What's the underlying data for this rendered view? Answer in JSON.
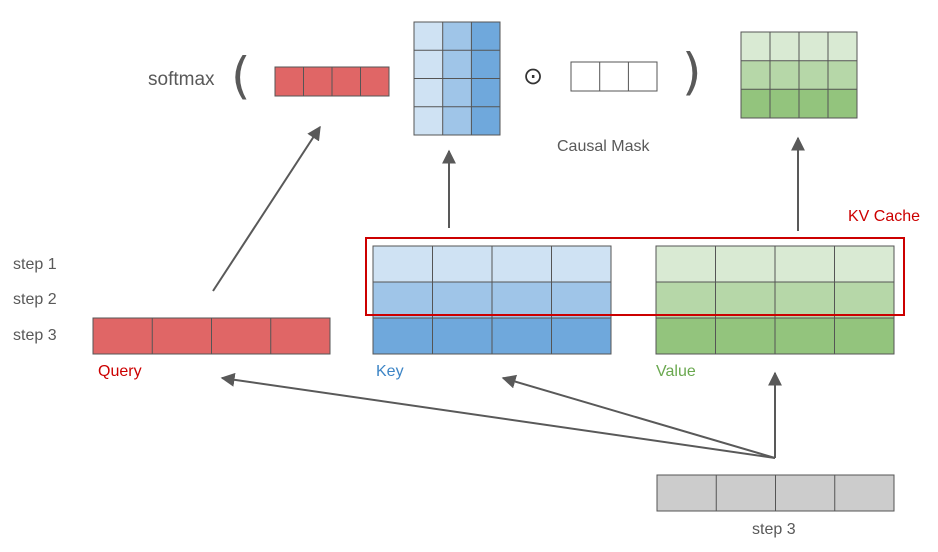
{
  "labels": {
    "softmax": "softmax",
    "paren_open": "(",
    "paren_close": ")",
    "odot": "⊙",
    "causal_mask": "Causal Mask",
    "kv_cache": "KV Cache",
    "step1": "step 1",
    "step2": "step 2",
    "step3": "step 3",
    "query": "Query",
    "key": "Key",
    "value": "Value",
    "input_step": "step 3"
  },
  "colors": {
    "query": "#e06666",
    "key_light": "#cfe2f3",
    "key_mid": "#9fc5e8",
    "key_dark": "#6fa8dc",
    "value_light": "#d9ead3",
    "value_mid": "#b6d7a8",
    "value_dark": "#93c47d",
    "input": "#cccccc",
    "cache_border": "#cc0000",
    "arrow": "#595959",
    "text": "#595959"
  }
}
